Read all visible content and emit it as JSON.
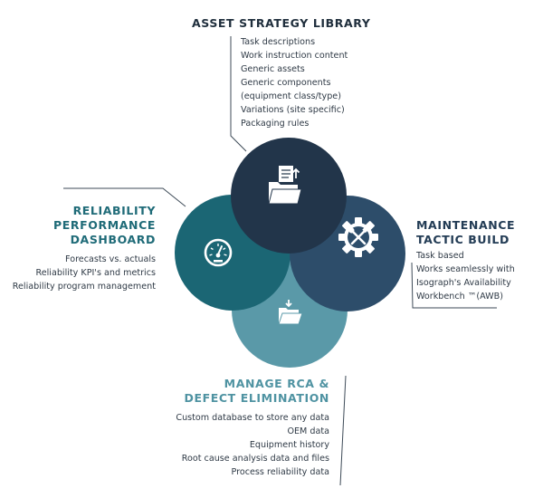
{
  "sections": {
    "asset_strategy": {
      "title": "ASSET STRATEGY LIBRARY",
      "items": [
        "Task descriptions",
        "Work instruction content",
        "Generic assets",
        "Generic components",
        "(equipment class/type)",
        "Variations (site specific)",
        "Packaging rules"
      ],
      "icon": "folder-upload-icon",
      "color": "#22354a"
    },
    "maintenance_tactic": {
      "title_line1": "MAINTENANCE",
      "title_line2": "TACTIC BUILD",
      "items": [
        "Task based",
        "Works seamlessly with",
        "Isograph's Availability",
        "Workbench ™(AWB)"
      ],
      "icon": "gear-wrench-icon",
      "color": "#2d4d6a"
    },
    "reliability_dashboard": {
      "title_line1": "RELIABILITY",
      "title_line2": "PERFORMANCE",
      "title_line3": "DASHBOARD",
      "items": [
        "Forecasts vs. actuals",
        "Reliability KPI's and metrics",
        "Reliability program management"
      ],
      "icon": "gauge-icon",
      "color": "#1b6674"
    },
    "manage_rca": {
      "title_line1": "MANAGE RCA &",
      "title_line2": "DEFECT ELIMINATION",
      "items": [
        "Custom database to store any data",
        "OEM data",
        "Equipment history",
        "Root cause analysis data and files",
        "Process reliability data"
      ],
      "icon": "folder-download-icon",
      "color": "#5a99a8"
    }
  }
}
